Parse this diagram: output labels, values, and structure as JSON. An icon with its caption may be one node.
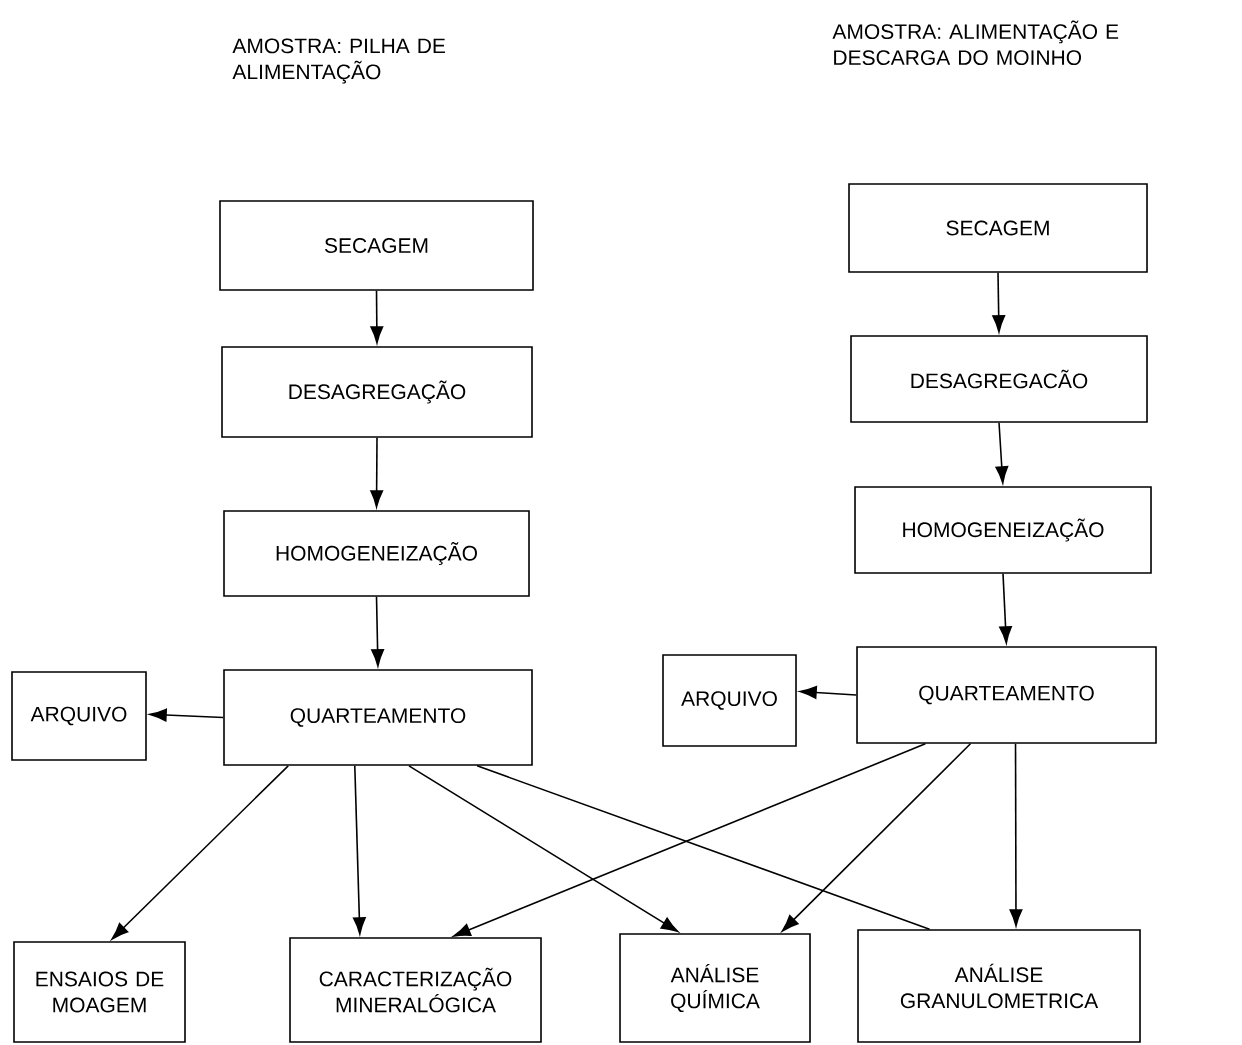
{
  "diagram": {
    "nodes": [
      {
        "text": [
          "SECAGEM"
        ]
      },
      {
        "text": [
          "DESAGREGAÇÃO"
        ]
      },
      {
        "text": [
          "HOMOGENEIZAÇÃO"
        ]
      },
      {
        "text": [
          "QUARTEAMENTO"
        ]
      },
      {
        "text": [
          "ARQUIVO"
        ]
      },
      {
        "text": [
          "SECAGEM"
        ]
      },
      {
        "text": [
          "DESAGREGACÃO"
        ]
      },
      {
        "text": [
          "HOMOGENEIZAÇÃO"
        ]
      },
      {
        "text": [
          "QUARTEAMENTO"
        ]
      },
      {
        "text": [
          "ARQUIVO"
        ]
      },
      {
        "text": [
          "ENSAIOS DE MOAGEM"
        ]
      },
      {
        "text": [
          "CARACTERIZAÇÃO MINERALÓGICA"
        ]
      },
      {
        "text": [
          "ANÁLISE QUÍMICA"
        ]
      },
      {
        "text": [
          "ANÁLISE GRANULOMETRICA"
        ]
      }
    ],
    "edges": [
      {
        "from": 0,
        "to": 1,
        "arrow": "to"
      },
      {
        "from": 1,
        "to": 2,
        "arrow": "to"
      },
      {
        "from": 2,
        "to": 3,
        "arrow": "to"
      },
      {
        "from": 3,
        "to": 4,
        "arrow": "to"
      },
      {
        "from": 5,
        "to": 6,
        "arrow": "to"
      },
      {
        "from": 6,
        "to": 7,
        "arrow": "to"
      },
      {
        "from": 7,
        "to": 8,
        "arrow": "to"
      },
      {
        "from": 8,
        "to": 9,
        "arrow": "to"
      },
      {
        "from": 3,
        "to": 10,
        "arrow": "to"
      },
      {
        "from": 3,
        "to": 11,
        "arrow": "to"
      },
      {
        "from": 3,
        "to": 12,
        "arrow": "to"
      },
      {
        "from": 3,
        "to": 13,
        "arrow": "none"
      },
      {
        "from": 8,
        "to": 11,
        "arrow": "to"
      },
      {
        "from": 8,
        "to": 12,
        "arrow": "to"
      },
      {
        "from": 8,
        "to": 13,
        "arrow": "to"
      }
    ],
    "labels": [
      "AMOSTRA: PILHA DE ALIMENTAÇÃO",
      "AMOSTRA: ALIMENTAÇÃO E DESCARGA DO MOINHO"
    ]
  }
}
